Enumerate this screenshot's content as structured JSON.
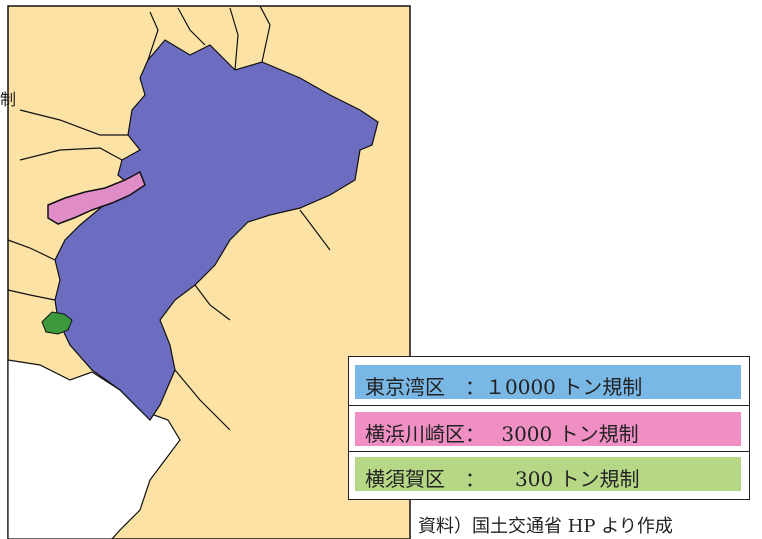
{
  "edge_text": "制",
  "colors": {
    "land": "#fde2a6",
    "sea_bay": "#6c6cc0",
    "outer_sea": "#ffffff",
    "yokohama_kawasaki_zone": "#e08cc6",
    "yokosuka_zone": "#3c9a3c",
    "tokyo_legend_bg": "#79b7e4",
    "yokohama_legend_bg": "#ef8fc3",
    "yokosuka_legend_bg": "#b6d786",
    "shoreline": "#111111"
  },
  "legend": {
    "rows": [
      {
        "label": "東京湾区　：１0000 トン規制",
        "color": "#79b7e4"
      },
      {
        "label": "横浜川崎区：　 3000 トン規制",
        "color": "#ef8fc3"
      },
      {
        "label": "横須賀区　：　　300 トン規制",
        "color": "#b6d786"
      }
    ]
  },
  "source": "資料）国土交通省 HP より作成"
}
